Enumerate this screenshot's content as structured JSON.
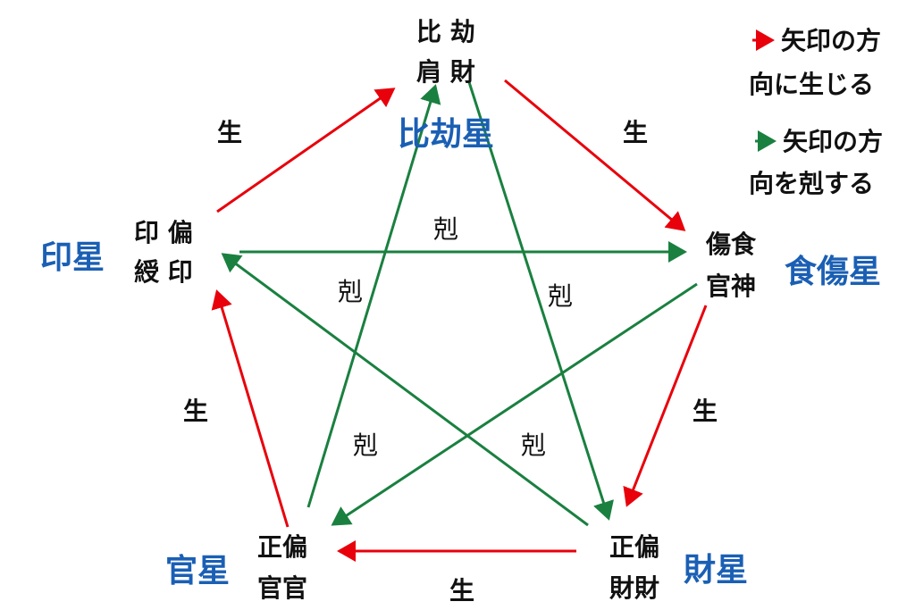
{
  "nodes": {
    "hikennjie": {
      "l1": "比 劫",
      "l2": "肩 財"
    },
    "inju": {
      "l1": "印 偏",
      "l2": "綬 印"
    },
    "shokushou": {
      "l1": "傷食",
      "l2": "官神"
    },
    "kan": {
      "l1": "正偏",
      "l2": "官官"
    },
    "zai": {
      "l1": "正偏",
      "l2": "財財"
    }
  },
  "stars": {
    "hikou": "比劫星",
    "shokushou": "食傷星",
    "zai": "財星",
    "kan": "官星",
    "in": "印星"
  },
  "generate_label": "生",
  "overcome_label": "剋",
  "legend": {
    "red_line1": "矢印の方",
    "red_line2": "向に生じる",
    "green_line1": "矢印の方",
    "green_line2": "向を剋する"
  },
  "colors": {
    "generate": "#e8000b",
    "overcome": "#1a8040",
    "star": "#1a5fb4"
  }
}
